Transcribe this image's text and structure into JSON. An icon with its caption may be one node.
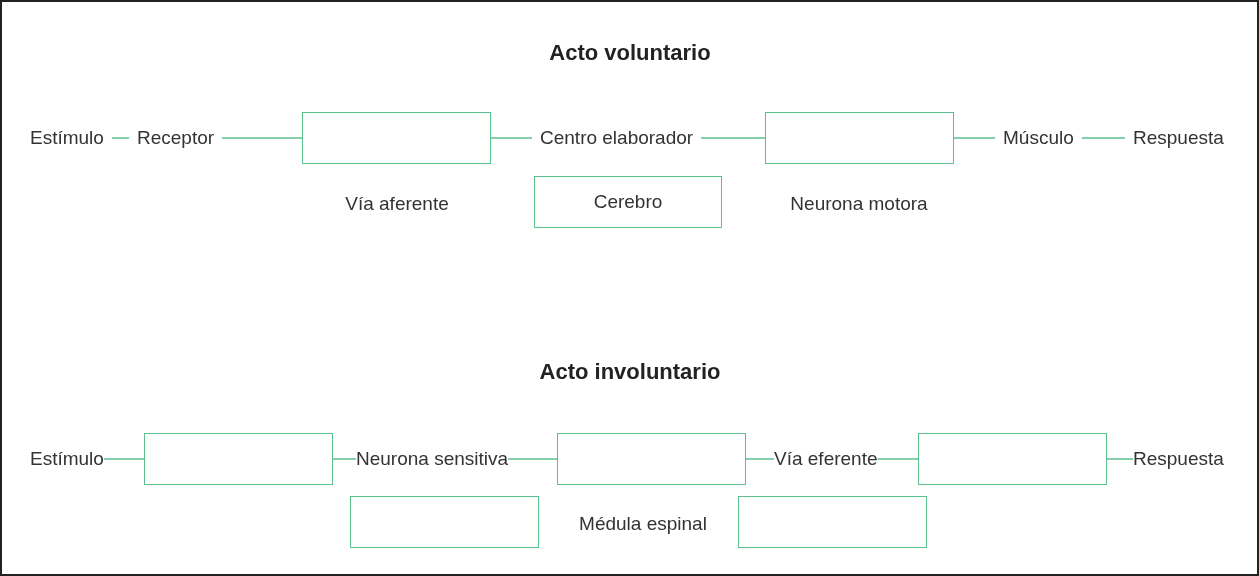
{
  "diagram": {
    "nodes": [
      {
        "text": [
          "Estímulo"
        ]
      },
      {
        "text": [
          "Receptor"
        ]
      },
      {
        "text": [],
        "shape": "box"
      },
      {
        "text": [
          "Centro elaborador"
        ]
      },
      {
        "text": [],
        "shape": "box"
      },
      {
        "text": [
          "Músculo"
        ]
      },
      {
        "text": [
          "Respuesta"
        ]
      },
      {
        "text": [
          "Cerebro"
        ]
      },
      {
        "text": [
          "Estímulo"
        ]
      },
      {
        "text": [],
        "shape": "box"
      },
      {
        "text": [
          "Neurona sensitiva"
        ]
      },
      {
        "text": [],
        "shape": "box"
      },
      {
        "text": [
          "Vía eferente"
        ]
      },
      {
        "text": [],
        "shape": "box"
      },
      {
        "text": [
          "Respuesta"
        ]
      },
      {
        "text": [],
        "shape": "box"
      },
      {
        "text": [],
        "shape": "box"
      }
    ],
    "edges": [
      {
        "from": 0,
        "to": 1,
        "arrow": "none"
      },
      {
        "from": 1,
        "to": 2,
        "arrow": "none"
      },
      {
        "from": 2,
        "to": 3,
        "arrow": "none"
      },
      {
        "from": 3,
        "to": 4,
        "arrow": "none"
      },
      {
        "from": 4,
        "to": 5,
        "arrow": "none"
      },
      {
        "from": 5,
        "to": 6,
        "arrow": "none"
      },
      {
        "from": 8,
        "to": 9,
        "arrow": "none"
      },
      {
        "from": 9,
        "to": 10,
        "arrow": "none"
      },
      {
        "from": 10,
        "to": 11,
        "arrow": "none"
      },
      {
        "from": 11,
        "to": 12,
        "arrow": "none"
      },
      {
        "from": 12,
        "to": 13,
        "arrow": "none"
      },
      {
        "from": 13,
        "to": 14,
        "arrow": "none"
      }
    ],
    "labels": [
      "Acto voluntario",
      "Vía aferente",
      "Neurona motora",
      "Acto involuntario",
      "Médula espinal"
    ]
  }
}
